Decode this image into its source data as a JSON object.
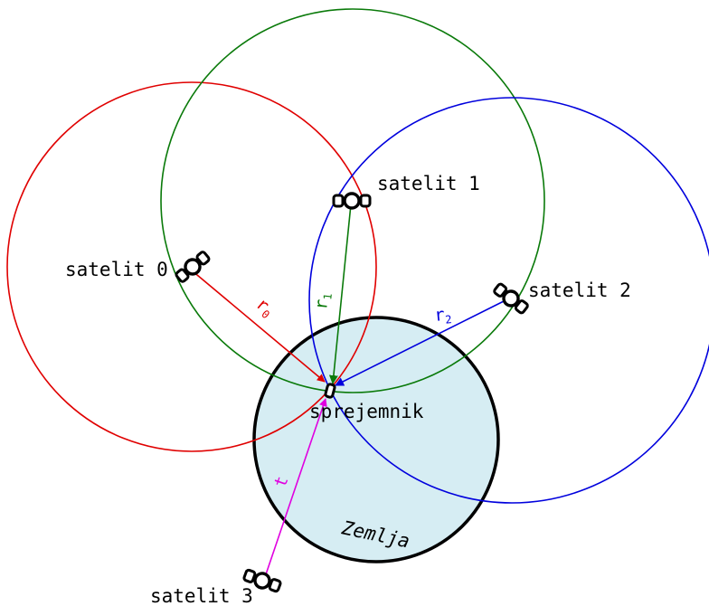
{
  "colors": {
    "satellite_0": "#e00000",
    "satellite_1": "#0a7a0a",
    "satellite_2": "#0000dd",
    "satellite_3": "#e000e0",
    "earth_fill": "#d6edf3",
    "earth_stroke": "#000000"
  },
  "satellites": [
    {
      "label": "satelit 0",
      "range_symbol": "r",
      "range_index": "0"
    },
    {
      "label": "satelit 1",
      "range_symbol": "r",
      "range_index": "1"
    },
    {
      "label": "satelit 2",
      "range_symbol": "r",
      "range_index": "2"
    },
    {
      "label": "satelit 3",
      "range_symbol": "t",
      "range_index": ""
    }
  ],
  "receiver": {
    "label": "sprejemnik"
  },
  "earth": {
    "label": "Zemlja"
  },
  "icons": {
    "satellite": "satellite-icon",
    "receiver": "receiver-icon"
  }
}
